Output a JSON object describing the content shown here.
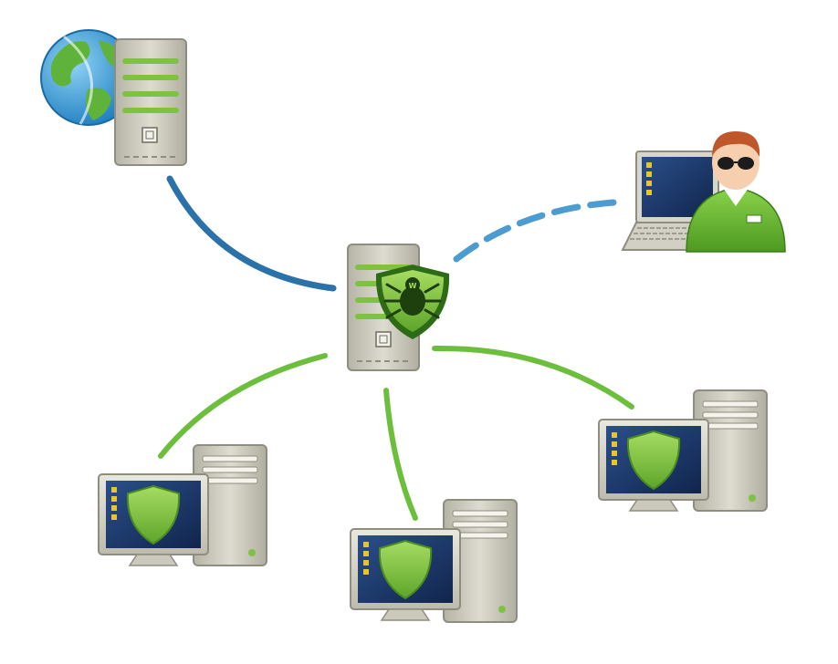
{
  "diagram": {
    "background": "#ffffff",
    "colors": {
      "internet_link": "#2b72a8",
      "remote_link": "#4c9cd0",
      "lan_link": "#6cbf3c",
      "shield_green": "#7fc242",
      "server_case": "#c9c8bc",
      "screen_blue": "#1d3a6e"
    },
    "nodes": [
      {
        "id": "internet-server",
        "kind": "server",
        "icons": [
          "globe-icon",
          "server-tower-icon"
        ]
      },
      {
        "id": "central-server",
        "kind": "server",
        "icons": [
          "server-tower-icon",
          "drweb-spider-shield-icon"
        ]
      },
      {
        "id": "remote-admin",
        "kind": "admin-laptop",
        "icons": [
          "laptop-icon",
          "admin-user-icon"
        ]
      },
      {
        "id": "workstation-left",
        "kind": "protected-workstation",
        "icons": [
          "monitor-icon",
          "shield-icon",
          "pc-tower-icon"
        ]
      },
      {
        "id": "workstation-middle",
        "kind": "protected-workstation",
        "icons": [
          "monitor-icon",
          "shield-icon",
          "pc-tower-icon"
        ]
      },
      {
        "id": "workstation-right",
        "kind": "protected-workstation",
        "icons": [
          "monitor-icon",
          "shield-icon",
          "pc-tower-icon"
        ]
      }
    ],
    "links": [
      {
        "from": "internet-server",
        "to": "central-server",
        "style": "solid",
        "color": "internet_link"
      },
      {
        "from": "central-server",
        "to": "remote-admin",
        "style": "dashed",
        "color": "remote_link"
      },
      {
        "from": "central-server",
        "to": "workstation-left",
        "style": "solid",
        "color": "lan_link"
      },
      {
        "from": "central-server",
        "to": "workstation-middle",
        "style": "solid",
        "color": "lan_link"
      },
      {
        "from": "central-server",
        "to": "workstation-right",
        "style": "solid",
        "color": "lan_link"
      }
    ]
  }
}
